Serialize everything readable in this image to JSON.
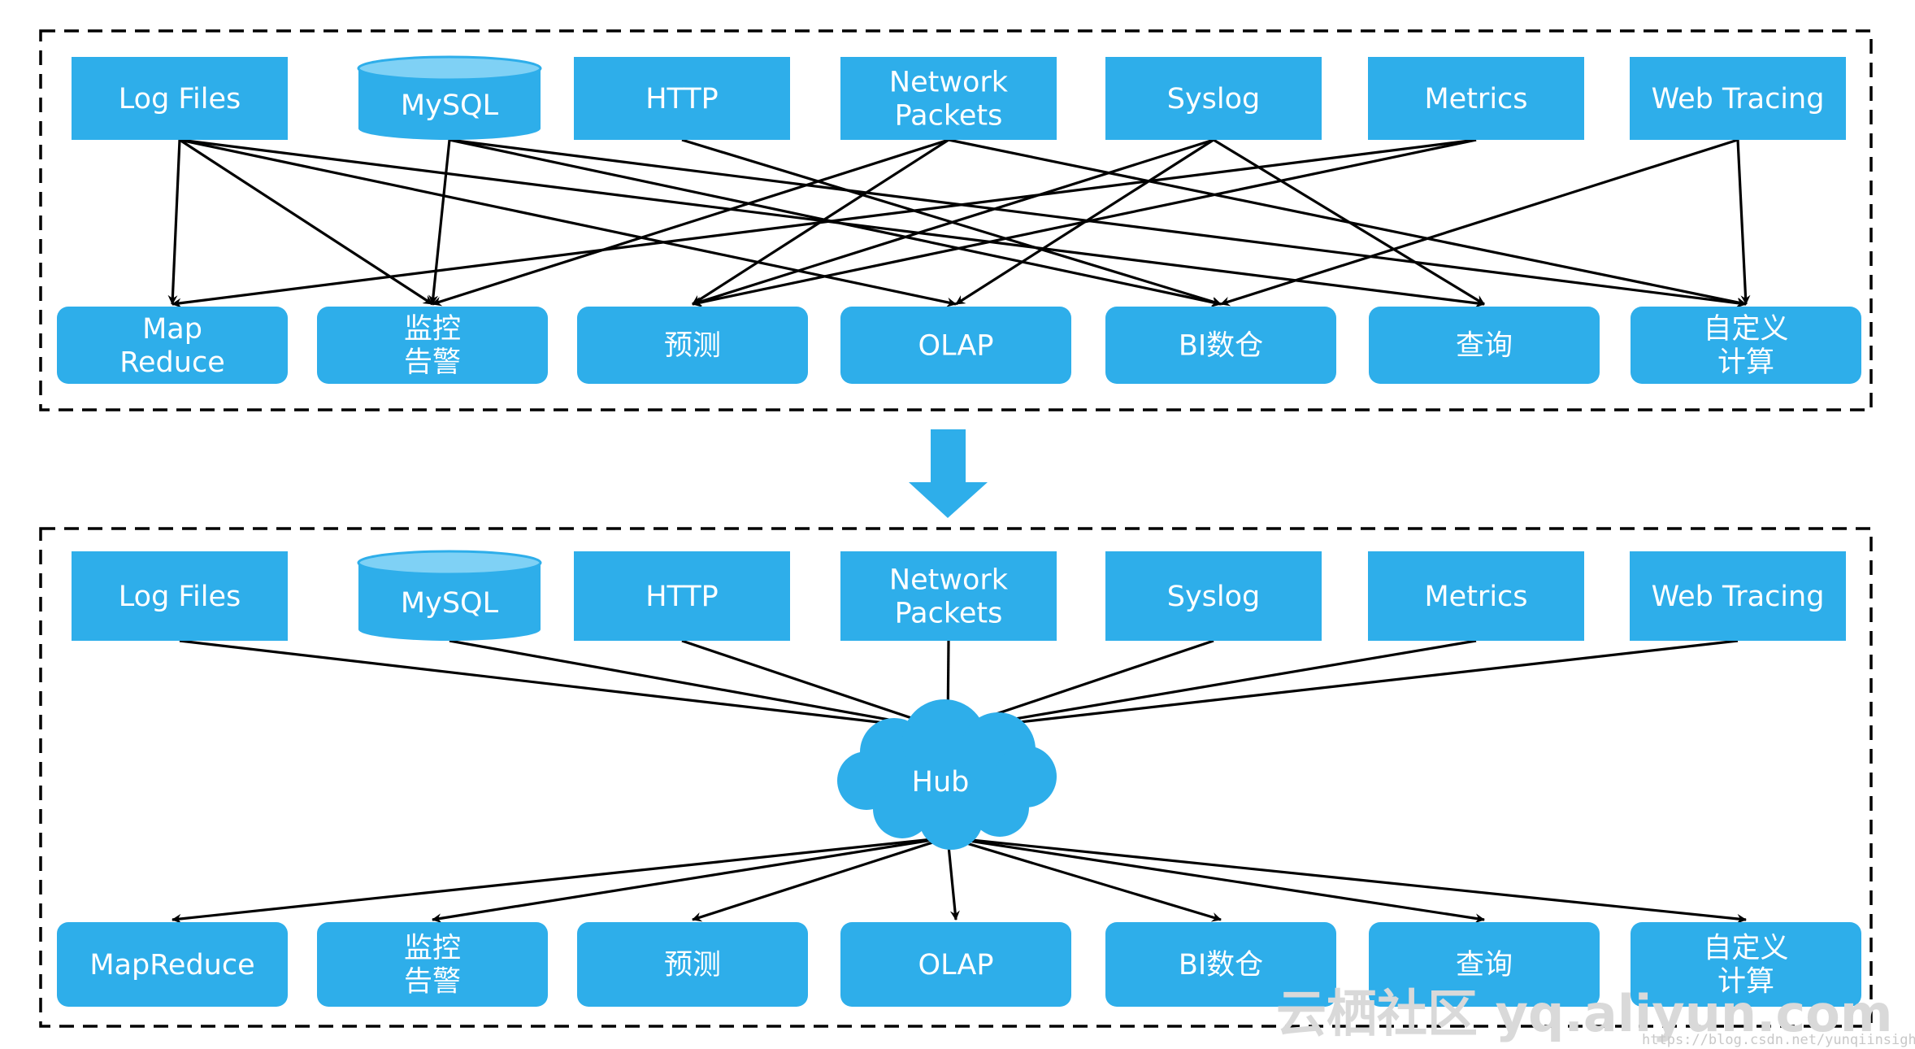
{
  "colors": {
    "node": "#2eaeea",
    "cylinder_top": "#7fd1f5",
    "edge": "#000000",
    "frame": "#000000"
  },
  "sources": [
    "Log Files",
    "MySQL",
    "HTTP",
    "Network\nPackets",
    "Syslog",
    "Metrics",
    "Web Tracing"
  ],
  "top_targets": [
    "Map\nReduce",
    "监控\n告警",
    "预测",
    "OLAP",
    "BI数仓",
    "查询",
    "自定义\n计算"
  ],
  "bottom_targets": [
    "MapReduce",
    "监控\n告警",
    "预测",
    "OLAP",
    "BI数仓",
    "查询",
    "自定义\n计算"
  ],
  "hub": {
    "label": "Hub"
  },
  "top_edges": [
    [
      0,
      0
    ],
    [
      0,
      1
    ],
    [
      0,
      3
    ],
    [
      0,
      5
    ],
    [
      1,
      1
    ],
    [
      1,
      4
    ],
    [
      1,
      6
    ],
    [
      2,
      4
    ],
    [
      3,
      1
    ],
    [
      3,
      2
    ],
    [
      3,
      6
    ],
    [
      4,
      2
    ],
    [
      4,
      3
    ],
    [
      4,
      5
    ],
    [
      5,
      0
    ],
    [
      5,
      2
    ],
    [
      6,
      4
    ],
    [
      6,
      6
    ]
  ],
  "watermark": {
    "text": "云栖社区 yq.aliyun.com",
    "url": "https://blog.csdn.net/yunqiinsight"
  }
}
